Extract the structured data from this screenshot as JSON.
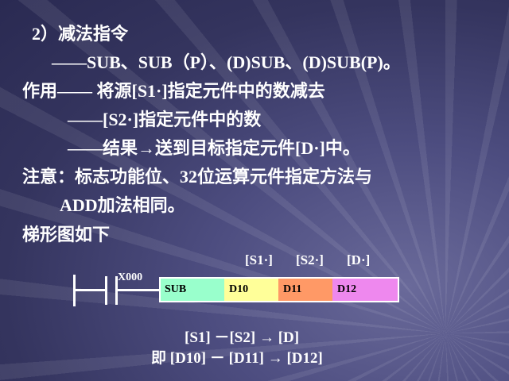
{
  "lines": {
    "l1": "2）减法指令",
    "l2": "——SUB、SUB（P）、(D)SUB、(D)SUB(P)。",
    "l3": "作用—— 将源[S1·]指定元件中的数减去",
    "l4": "——[S2·]指定元件中的数",
    "l5": "——结果→送到目标指定元件[D·]中。",
    "l6": "注意：标志功能位、32位运算元件指定方法与",
    "l7": "ADD加法相同。",
    "l8": "梯形图如下"
  },
  "diagram": {
    "operand_labels": [
      "[S1·]",
      "[S2·]",
      "[D·]"
    ],
    "contact": "X000",
    "instruction": [
      {
        "text": "SUB",
        "color": "#99ffcc"
      },
      {
        "text": "D10",
        "color": "#ffff99"
      },
      {
        "text": "D11",
        "color": "#ff9966"
      },
      {
        "text": "D12",
        "color": "#ee88ee"
      }
    ]
  },
  "equations": {
    "e1": "[S1] －[S2] → [D]",
    "e2": "即 [D10] － [D11] → [D12]"
  }
}
